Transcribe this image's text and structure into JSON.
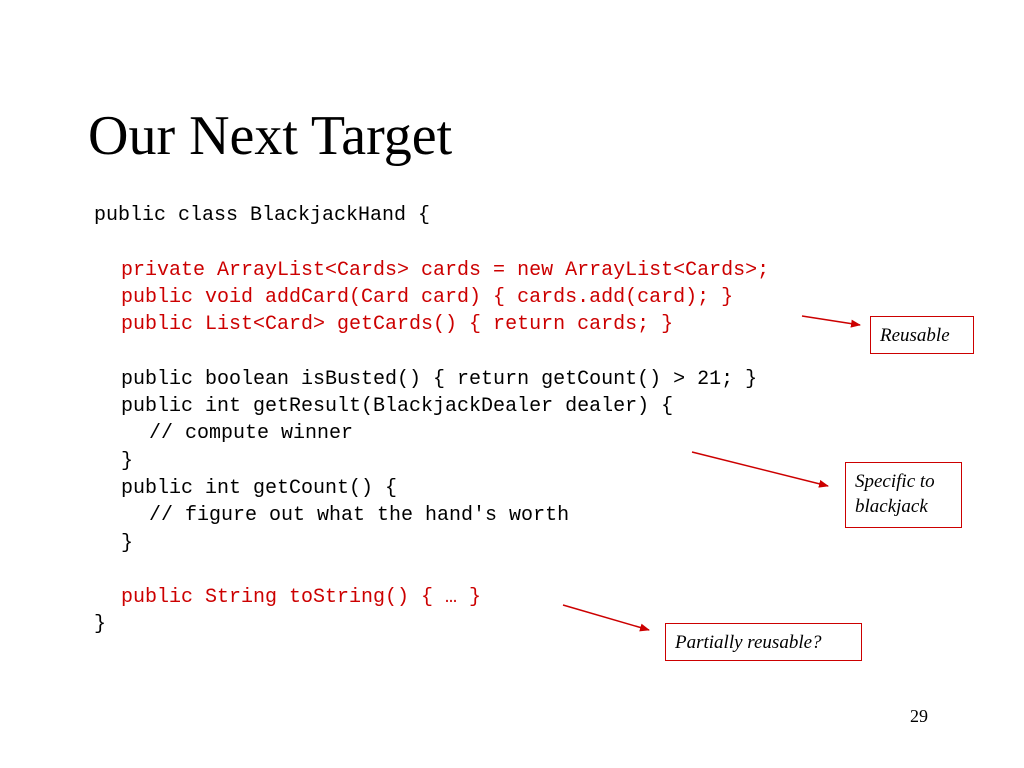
{
  "slide": {
    "title": "Our Next Target",
    "page_number": "29"
  },
  "code": {
    "lines": [
      "public class BlackjackHand {",
      "",
      "private ArrayList<Cards> cards = new ArrayList<Cards>;",
      "public void addCard(Card card) { cards.add(card); }",
      "public List<Card> getCards() { return cards; }",
      "",
      "public boolean isBusted() { return getCount() > 21; }",
      "public int getResult(BlackjackDealer dealer) {",
      "// compute winner",
      "}",
      "public int getCount() {",
      "// figure out what the hand's worth",
      "}",
      "",
      "public String toString() { … }",
      "}"
    ]
  },
  "callouts": {
    "reusable": "Reusable",
    "specific_line1": "Specific to",
    "specific_line2": "blackjack",
    "partially_reusable": "Partially reusable?"
  },
  "colors": {
    "highlight_code": "#cc0000",
    "arrow": "#cc0000",
    "callout_border": "#cc0000",
    "text": "#000000"
  }
}
